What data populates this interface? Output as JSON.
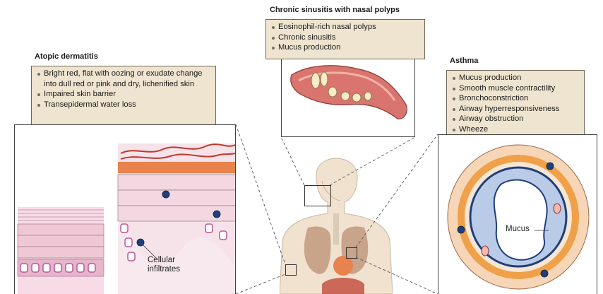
{
  "sinusitis": {
    "title": "Chronic sinusitis with nasal polyps",
    "items": [
      "Eosinophil-rich nasal polyps",
      "Chronic sinusitis",
      "Mucus production"
    ]
  },
  "dermatitis": {
    "title": "Atopic dermatitis",
    "items": [
      "Bright red, flat with oozing or exudate change into dull red or pink and dry, lichenified skin",
      "Impaired skin barrier",
      "Transepidermal water loss"
    ],
    "label_infiltrates": "Cellular infiltrates"
  },
  "asthma": {
    "title": "Asthma",
    "items": [
      "Mucus production",
      "Smooth muscle contractility",
      "Bronchoconstriction",
      "Airway hyperresponsiveness",
      "Airway obstruction",
      "Wheeze"
    ],
    "label_mucus": "Mucus"
  },
  "colors": {
    "box_fill": "#efe4cf",
    "skin_pink": "#f3c9d8",
    "cell_nucleus": "#b7589a",
    "lumen_blue": "#1f3f7a",
    "body_skin": "#f1e1cf",
    "airway_orange": "#f0a048"
  }
}
